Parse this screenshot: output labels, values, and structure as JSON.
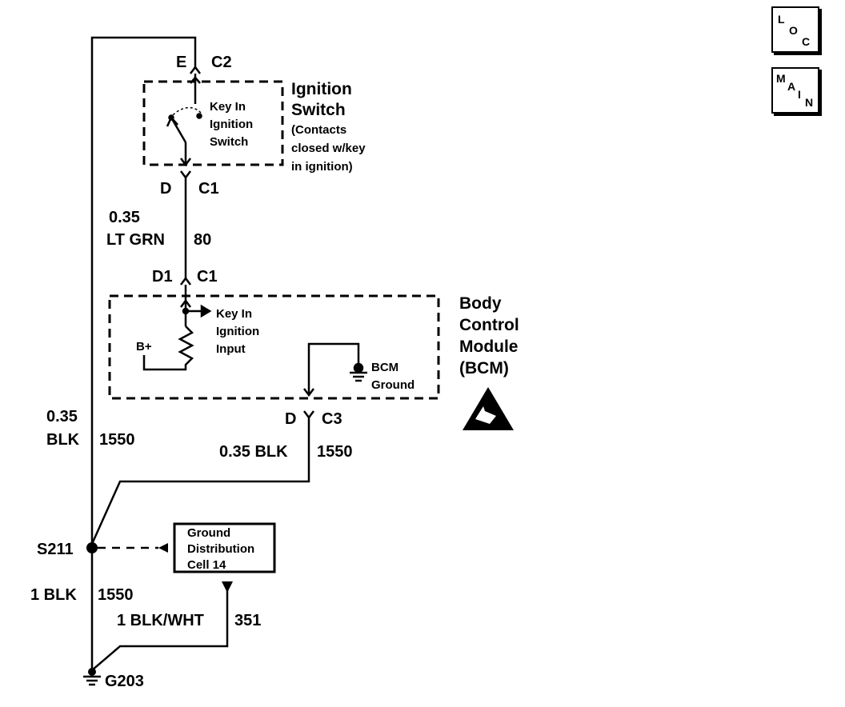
{
  "nav": {
    "loc": {
      "l1": "L",
      "l2": "O",
      "l3": "C"
    },
    "main": {
      "l1": "M",
      "l2": "A",
      "l3": "I",
      "l4": "N"
    }
  },
  "ignition_switch": {
    "title1": "Ignition",
    "title2": "Switch",
    "note1": "(Contacts",
    "note2": "closed w/key",
    "note3": "in ignition)",
    "inner1": "Key In",
    "inner2": "Ignition",
    "inner3": "Switch",
    "top_pin": "E",
    "top_conn": "C2",
    "bottom_pin": "D",
    "bottom_conn": "C1"
  },
  "wire_80": {
    "size": "0.35",
    "color": "LT GRN",
    "circuit": "80"
  },
  "bcm": {
    "title1": "Body",
    "title2": "Control",
    "title3": "Module",
    "title4": "(BCM)",
    "in_pin": "D1",
    "in_conn": "C1",
    "input1": "Key In",
    "input2": "Ignition",
    "input3": "Input",
    "supply": "B+",
    "ground1": "BCM",
    "ground2": "Ground",
    "out_pin": "D",
    "out_conn": "C3"
  },
  "wire_left": {
    "size": "0.35",
    "color": "BLK",
    "circuit": "1550"
  },
  "wire_bcm_ground": {
    "label": "0.35 BLK",
    "circuit": "1550"
  },
  "splice": {
    "name": "S211"
  },
  "ground_dist": {
    "line1": "Ground",
    "line2": "Distribution",
    "line3": "Cell 14"
  },
  "wire_lower": {
    "label": "1 BLK",
    "circuit": "1550"
  },
  "wire_351": {
    "label": "1 BLK/WHT",
    "circuit": "351"
  },
  "ground": {
    "name": "G203"
  }
}
